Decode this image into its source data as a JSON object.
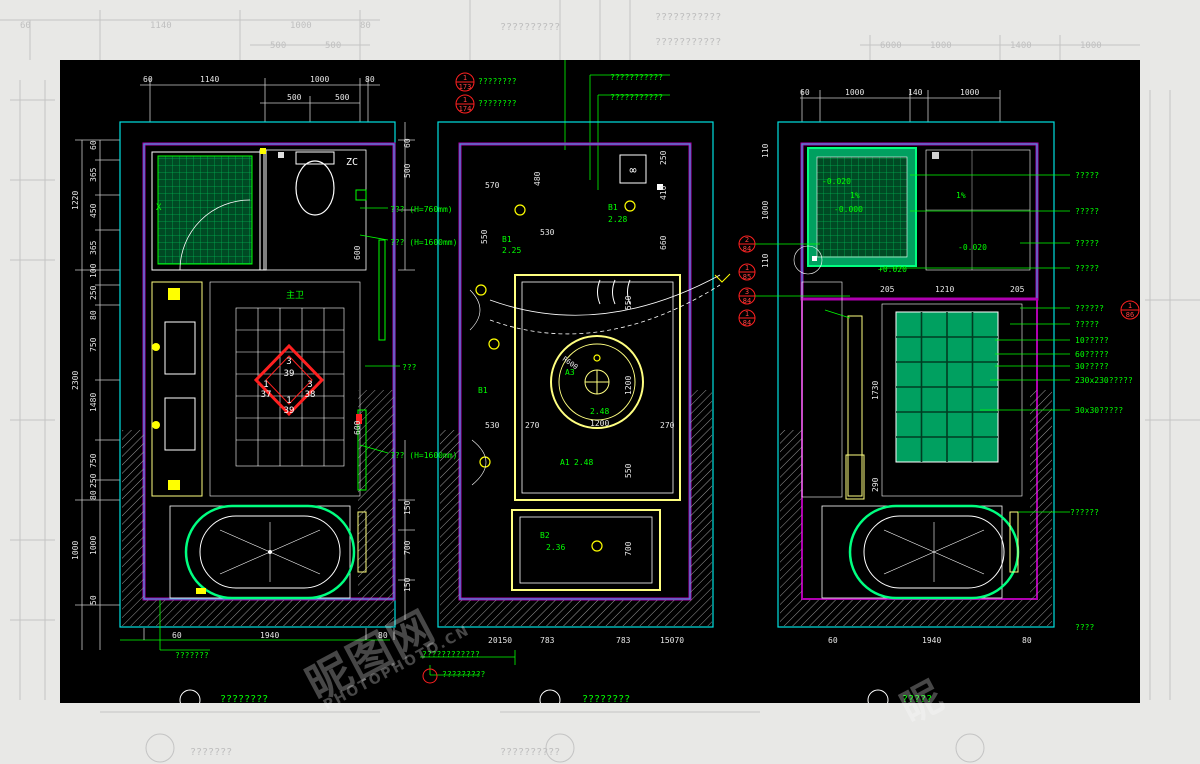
{
  "colors": {
    "background": "#000000",
    "outer_background": "#e8e8e6",
    "wall": "#00e0e0",
    "partition": "#b000b0",
    "fixture": "#ffffff",
    "annotation": "#00ff00",
    "ceiling": "#ffff80",
    "marker": "#ff2020",
    "tile": "#00a060"
  },
  "top_dims": {
    "plan1": [
      "60",
      "1140",
      "1000",
      "80",
      "500",
      "500"
    ],
    "plan3": [
      "60",
      "1000",
      "140",
      "1000"
    ]
  },
  "plan1": {
    "left_dims": [
      "60",
      "365",
      "450",
      "365",
      "100",
      "250",
      "80",
      "750",
      "1480",
      "750",
      "250",
      "80",
      "1000",
      "50"
    ],
    "outer_left_dims": [
      "1220",
      "2300",
      "1000"
    ],
    "right_dims": [
      "60",
      "500",
      "600",
      "600",
      "150",
      "700",
      "150"
    ],
    "bottom_dims": [
      "60",
      "1940",
      "80"
    ],
    "labels": {
      "zc": "ZC",
      "x": "X",
      "room": "主卫",
      "h760": "???\n(H=760mm)",
      "h1600a": "???\n(H=1600mm)",
      "h1600b": "???\n(H=1600mm)",
      "note_left": "???",
      "bottom_note": "???????",
      "title": "????????"
    },
    "medallion": {
      "top": "3",
      "top2": "39",
      "left": "1",
      "left2": "37",
      "right": "3",
      "right2": "38",
      "bottom": "1",
      "bottom2": "39"
    }
  },
  "plan2": {
    "top_notes": [
      "???????????",
      "???????????"
    ],
    "markers": [
      {
        "n": "1",
        "d": "173",
        "text": "????????"
      },
      {
        "n": "1",
        "d": "174",
        "text": "????????"
      }
    ],
    "dims": [
      "570",
      "480",
      "550",
      "530",
      "250",
      "410",
      "660",
      "550",
      "1200",
      "270",
      "1200",
      "270",
      "530",
      "550",
      "700"
    ],
    "bottom_dims": [
      "20150",
      "783",
      "783",
      "15070"
    ],
    "labels": {
      "b1a": "B1",
      "b1a_v": "2.28",
      "b1b": "B1",
      "b1b_v": "2.25",
      "b1c": "B1",
      "a3": "A3",
      "a3_v": "2.48",
      "a1": "A1",
      "a1_v": "2.48",
      "b2": "B2",
      "b2_v": "2.36",
      "r": "R600"
    },
    "bottom_notes": [
      "????????????",
      "?????????"
    ],
    "title": "????????"
  },
  "plan3": {
    "left_dims": [
      "110",
      "1000",
      "110"
    ],
    "inner_dims": [
      "205",
      "1210",
      "205",
      "1730",
      "290"
    ],
    "bottom_dims": [
      "60",
      "1940",
      "80"
    ],
    "markers": [
      {
        "n": "2",
        "d": "84"
      },
      {
        "n": "1",
        "d": "85"
      },
      {
        "n": "3",
        "d": "84"
      },
      {
        "n": "1",
        "d": "84"
      }
    ],
    "levels": [
      "-0.020",
      "-0.000",
      "-0.020",
      "+0.020"
    ],
    "slope": "1%",
    "slope2": "1%",
    "right_notes": [
      "?????",
      "?????",
      "?????",
      "?????",
      "??????",
      "?????",
      "10?????",
      "60?????",
      "30?????",
      "230x230?????",
      "30x30?????",
      "??????"
    ],
    "far_marker": {
      "n": "1",
      "d": "86"
    },
    "bottom_note": "????",
    "title": "?????"
  },
  "ghost_labels": [
    "??????????",
    "???????????",
    "???????????",
    "??????????",
    "???????"
  ],
  "watermark": {
    "brand": "昵图网",
    "site": "PHOTOPHOTO.CN"
  }
}
